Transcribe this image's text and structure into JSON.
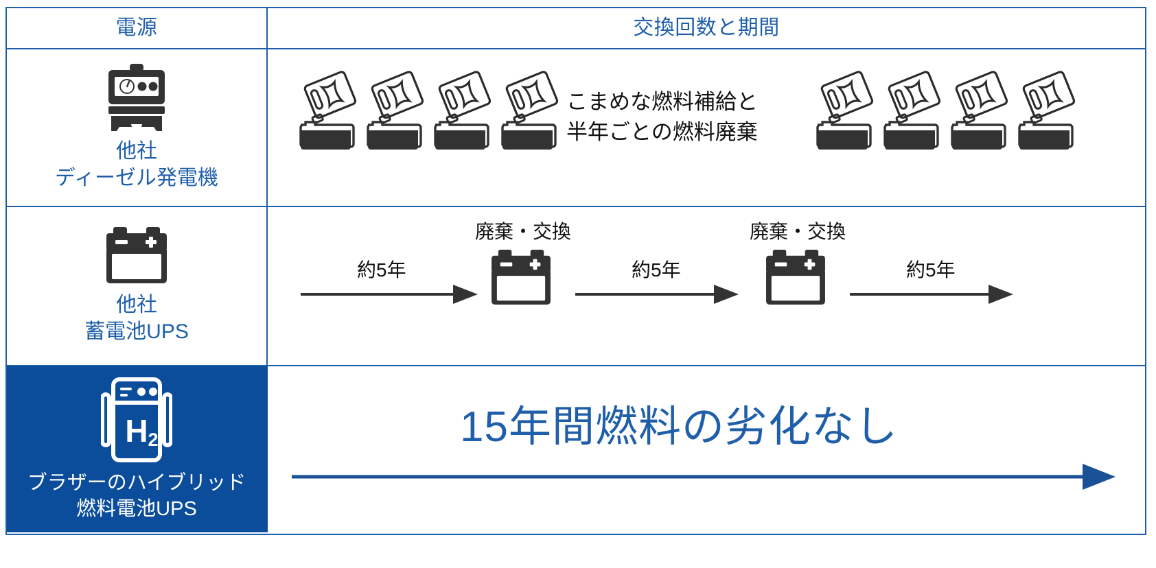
{
  "table": {
    "header": {
      "col_power_source": "電源",
      "col_replacement": "交換回数と期間"
    },
    "accent_blue": "#1F5FA9",
    "highlight_blue": "#0B4C9B",
    "icon_dark": "#333333",
    "rows": [
      {
        "id": "diesel",
        "label": "他社\nディーゼル発電機",
        "icon": "generator-icon",
        "highlighted": false,
        "note": "こまめな燃料補給と\n半年ごとの燃料廃棄",
        "fuel_group_left_count": 4,
        "fuel_group_right_count": 4,
        "fuel_icon": "fuel-can-pour-icon"
      },
      {
        "id": "battery-ups",
        "label": "他社\n蓄電池UPS",
        "icon": "car-battery-icon",
        "highlighted": false,
        "segments": [
          "約5年",
          "約5年",
          "約5年"
        ],
        "swap_labels": [
          "廃棄・交換",
          "廃棄・交換"
        ],
        "swap_icon": "car-battery-icon"
      },
      {
        "id": "fuel-cell-ups",
        "label": "ブラザーのハイブリッド\n燃料電池UPS",
        "icon": "h2-fuel-cell-icon",
        "highlighted": true,
        "claim": "15年間燃料の劣化なし",
        "timeline_arrow": "long-right-arrow-blue"
      }
    ]
  }
}
